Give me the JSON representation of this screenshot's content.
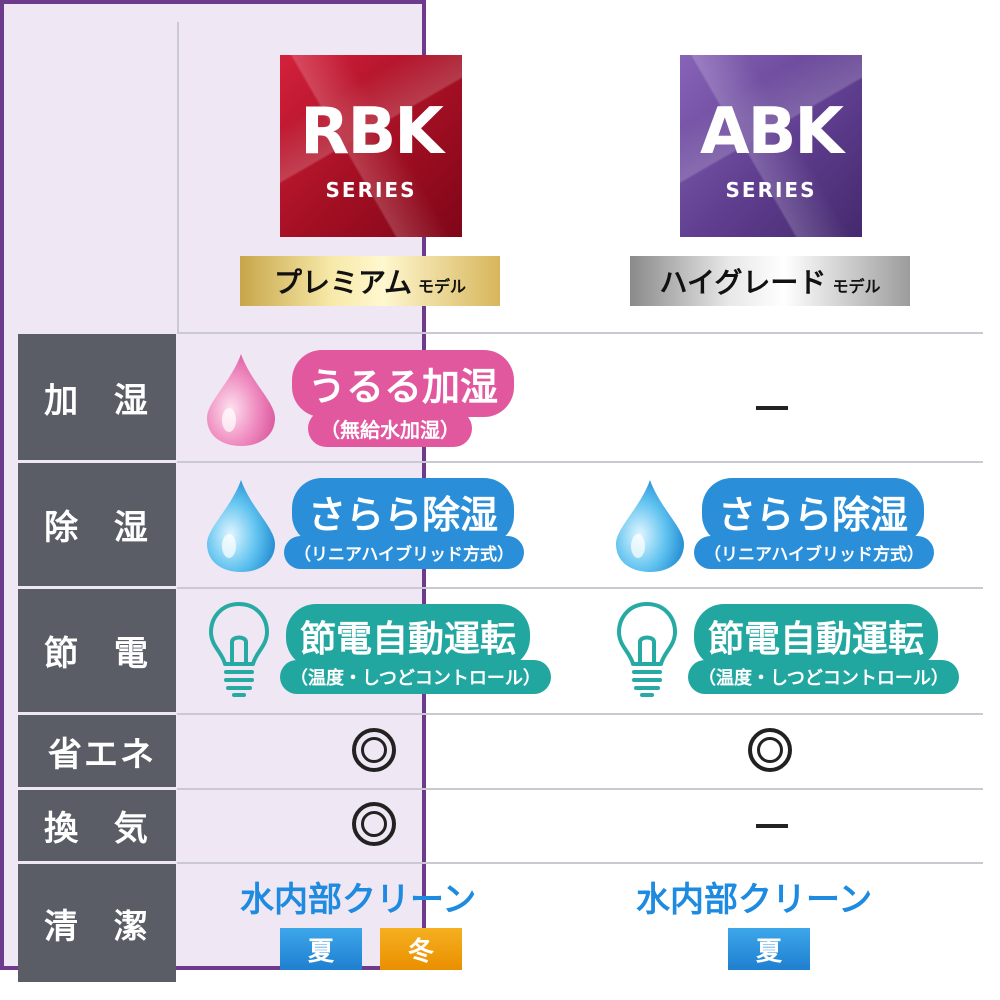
{
  "header": {
    "rbk": {
      "logo_main": "RBK",
      "logo_sub": "SERIES",
      "model_main": "プレミアム",
      "model_sub": "モデル"
    },
    "abk": {
      "logo_main": "ABK",
      "logo_sub": "SERIES",
      "model_main": "ハイグレード",
      "model_sub": "モデル"
    }
  },
  "rows": [
    {
      "label": "加 湿"
    },
    {
      "label": "除 湿"
    },
    {
      "label": "節 電"
    },
    {
      "label": "省エネ"
    },
    {
      "label": "換 気"
    },
    {
      "label": "清 潔"
    }
  ],
  "rbk": {
    "humidify_title": "うるる加湿",
    "humidify_sub": "（無給水加湿）",
    "dehumidify_title": "さらら除湿",
    "dehumidify_sub": "（リニアハイブリッド方式）",
    "power_title": "節電自動運転",
    "power_sub": "（温度・しつどコントロール）",
    "clean_title": "水内部クリーン",
    "season_summer": "夏",
    "season_winter": "冬"
  },
  "abk": {
    "humidify_value": "—",
    "dehumidify_title": "さらら除湿",
    "dehumidify_sub": "（リニアハイブリッド方式）",
    "power_title": "節電自動運転",
    "power_sub": "（温度・しつどコントロール）",
    "ventilation_value": "—",
    "clean_title": "水内部クリーン",
    "season_summer": "夏"
  },
  "colors": {
    "label_bg": "#5b5d66",
    "abk_border": "#6d3a8c",
    "abk_bg": "#efe8f4",
    "pink": "#e2589e",
    "blue": "#2a8fd8",
    "teal": "#22a7a0",
    "clean_blue": "#1e8be0"
  }
}
